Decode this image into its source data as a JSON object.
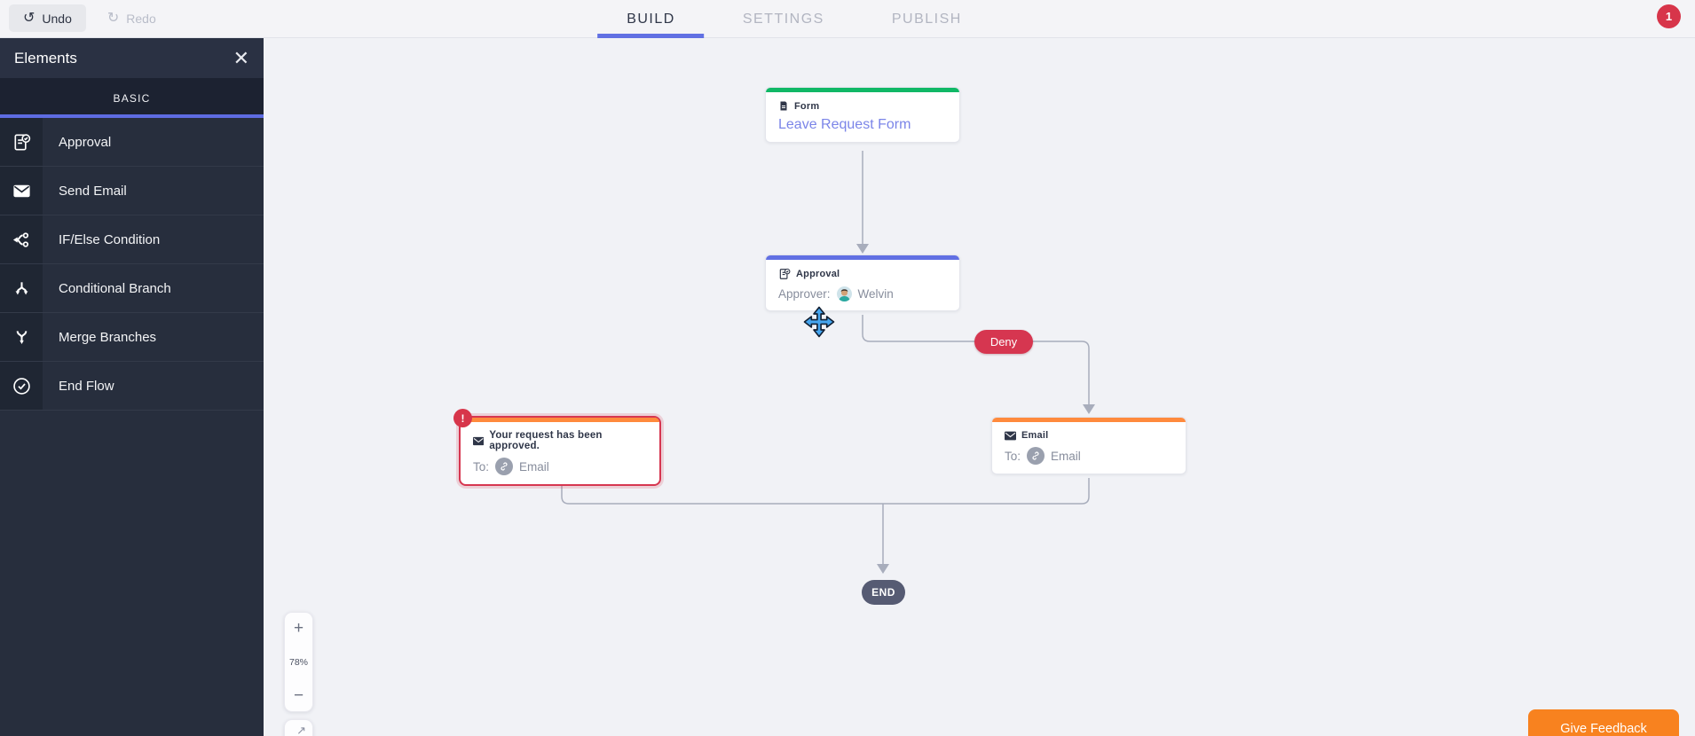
{
  "header": {
    "undo_label": "Undo",
    "redo_label": "Redo",
    "tabs": [
      {
        "label": "BUILD",
        "active": true
      },
      {
        "label": "SETTINGS",
        "active": false
      },
      {
        "label": "PUBLISH",
        "active": false
      }
    ],
    "notification_count": "1"
  },
  "sidebar": {
    "title": "Elements",
    "tab_label": "BASIC",
    "items": [
      {
        "label": "Approval",
        "icon": "approval-icon"
      },
      {
        "label": "Send Email",
        "icon": "envelope-icon"
      },
      {
        "label": "IF/Else Condition",
        "icon": "if-else-icon"
      },
      {
        "label": "Conditional Branch",
        "icon": "conditional-branch-icon"
      },
      {
        "label": "Merge Branches",
        "icon": "merge-branches-icon"
      },
      {
        "label": "End Flow",
        "icon": "end-flow-icon"
      }
    ]
  },
  "flow": {
    "form_node": {
      "type_label": "Form",
      "title": "Leave Request Form",
      "accent_color": "#10b866"
    },
    "approval_node": {
      "type_label": "Approval",
      "approver_label": "Approver:",
      "approver_name": "Welvin",
      "accent_color": "#6170e3"
    },
    "deny_branch_label": "Deny",
    "email_error_node": {
      "title": "Your request has been approved.",
      "to_label": "To:",
      "to_value": "Email",
      "accent_color": "#ff8a3d",
      "error_badge": "!"
    },
    "email_node": {
      "type_label": "Email",
      "to_label": "To:",
      "to_value": "Email",
      "accent_color": "#ff8a3d"
    },
    "end_node_label": "END"
  },
  "canvas_controls": {
    "zoom_in": "+",
    "zoom_level": "78%",
    "zoom_out": "−",
    "expand_icon": "↗"
  },
  "feedback_button_label": "Give Feedback",
  "colors": {
    "accent_blue": "#6170e3",
    "accent_green": "#10b866",
    "accent_orange": "#ff8a3d",
    "status_red": "#d63650",
    "badge_red": "#d7354a",
    "connector_gray": "#a8adbc",
    "end_node": "#565b73",
    "feedback_orange": "#f8821f",
    "sidebar_dark": "#272e3d"
  }
}
